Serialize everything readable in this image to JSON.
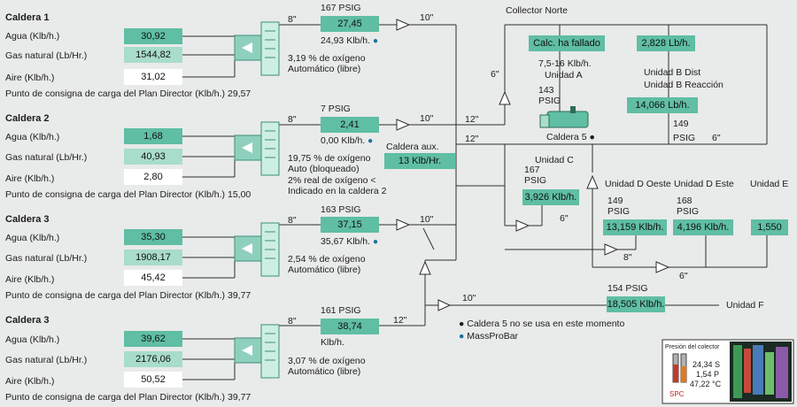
{
  "colors": {
    "dark": "#5fbea3",
    "mid": "#a8dccb",
    "light": "#ffffff",
    "line": "#2d2d2d",
    "background": "#e9eaea",
    "accent_dot": "#1a6fa0"
  },
  "boilers": [
    {
      "title": "Caldera 1",
      "water_label": "Agua (Klb/h.)",
      "water": "30,92",
      "gas_label": "Gas natural (Lb/Hr.)",
      "gas": "1544,82",
      "air_label": "Aire (Klb/h.)",
      "air": "31,02",
      "setpoint_label": "Punto de consigna de carga del Plan Director (Klb/h.)",
      "setpoint": "29,57",
      "pipe_in": "8\"",
      "pressure": "167 PSIG",
      "steam": "27,45",
      "flow": "24,93 Klb/h.",
      "oxygen": "3,19 % de oxígeno",
      "mode": "Automático (libre)",
      "pipe_out": "10\""
    },
    {
      "title": "Caldera 2",
      "water_label": "Agua (Klb/h.)",
      "water": "1,68",
      "gas_label": "Gas natural (Lb/Hr.)",
      "gas": "40,93",
      "air_label": "Aire (Klb/h.)",
      "air": "2,80",
      "setpoint_label": "Punto de consigna de carga del Plan Director (Klb/h.)",
      "setpoint": "15,00",
      "pipe_in": "8\"",
      "pressure": "7 PSIG",
      "steam": "2,41",
      "flow": "0,00 Klb/h.",
      "oxygen": "19,75 % de oxígeno",
      "mode": "Auto (bloqueado)",
      "note1": "2% real de oxígeno <",
      "note2": "Indicado en la caldera 2",
      "pipe_out": "10\"",
      "aux_label": "Caldera aux.",
      "aux_value": "13 Klb/Hr."
    },
    {
      "title": "Caldera 3",
      "water_label": "Agua (Klb/h.)",
      "water": "35,30",
      "gas_label": "Gas natural (Lb/Hr.)",
      "gas": "1908,17",
      "air_label": "Aire (Klb/h.)",
      "air": "45,42",
      "setpoint_label": "Punto de consigna de carga del Plan Director (Klb/h.)",
      "setpoint": "39,77",
      "pipe_in": "8\"",
      "pressure": "163 PSIG",
      "steam": "37,15",
      "flow": "35,67 Klb/h.",
      "oxygen": "2,54 % de oxígeno",
      "mode": "Automático (libre)",
      "pipe_out": "10\""
    },
    {
      "title": "Caldera 3",
      "water_label": "Agua (Klb/h.)",
      "water": "39,62",
      "gas_label": "Gas natural (Lb/Hr.)",
      "gas": "2176,06",
      "air_label": "Aire (Klb/h.)",
      "air": "50,52",
      "setpoint_label": "Punto de consigna de carga del Plan Director (Klb/h.)",
      "setpoint": "39,77",
      "pipe_in": "8\"",
      "pressure": "161 PSIG",
      "steam": "38,74",
      "flow": "Klb/h.",
      "oxygen": "3,07 % de oxígeno",
      "mode": "Automático (libre)",
      "pipe_out": "12\""
    }
  ],
  "network": {
    "collector_title": "Collector Norte",
    "pipe_6a": "6\"",
    "pipe_12a": "12\"",
    "pipe_12b": "12\"",
    "pipe_10": "10\"",
    "calc_failed": "Calc. ha fallado",
    "unit_a_range": "7,5-16 Klb/h.",
    "unit_a": "Unidad A",
    "unit_a_press": "143",
    "unit_a_psig": "PSIG",
    "caldera5": "Caldera 5",
    "unit_b_flow": "2,828 Lb/h.",
    "unit_b_dist": "Unidad B Dist",
    "unit_b_react": "Unidad B Reacción",
    "unit_b_react_flow": "14,066 Lb/h.",
    "unit_b_press": "149",
    "unit_b_psig": "PSIG",
    "pipe_6b": "6\"",
    "unit_c": "Unidad C",
    "unit_c_press": "167",
    "unit_c_psig": "PSIG",
    "unit_c_flow": "3,926 Klb/h.",
    "pipe_6c": "6\"",
    "unit_d_w": "Unidad D Oeste",
    "unit_d_w_press": "149",
    "unit_d_w_psig": "PSIG",
    "unit_d_w_flow": "13,159 Klb/h.",
    "pipe_8": "8\"",
    "unit_d_e": "Unidad D Este",
    "unit_d_e_press": "168",
    "unit_d_e_psig": "PSIG",
    "unit_d_e_flow": "4,196 Klb/h.",
    "unit_e": "Unidad E",
    "unit_e_flow": "1,550",
    "pipe_6d": "6\"",
    "unit_f_press": "154 PSIG",
    "unit_f_flow": "18,505 Klb/h.",
    "unit_f": "Unidad F"
  },
  "legend": {
    "caldera5_note": "Caldera 5 no se usa en este momento",
    "massprobar": "MassProBar"
  },
  "inset": {
    "title": "Presión del colector",
    "v1": "24,34",
    "l1": "S",
    "v2": "1,54",
    "l2": "P",
    "v3": "47,22 °C",
    "spc": "SPC"
  }
}
